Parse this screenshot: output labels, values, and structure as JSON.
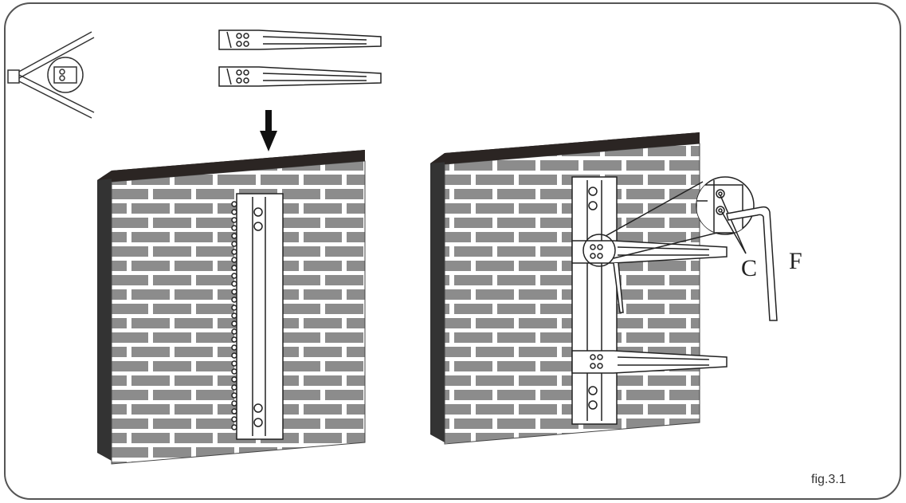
{
  "labels": {
    "part_c": "C",
    "part_f": "F",
    "caption": "fig.3.1"
  },
  "colors": {
    "frame": "#555555",
    "wall_top": "#2b2523",
    "wall_side": "#333333",
    "mortar": "#ffffff",
    "brick": "#8c8c8c",
    "line": "#222222"
  }
}
